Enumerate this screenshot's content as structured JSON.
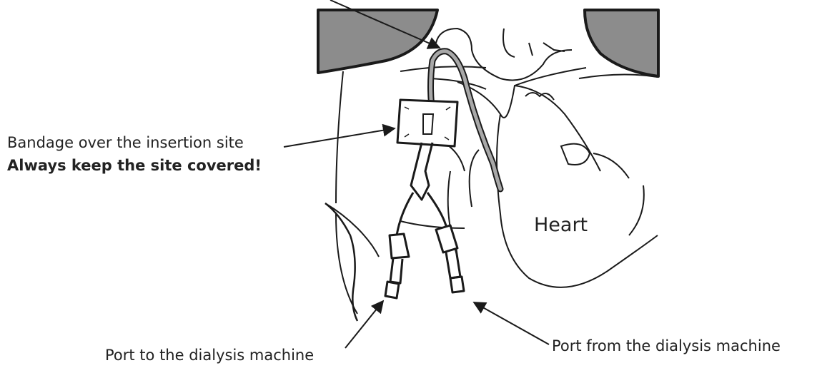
{
  "labels": {
    "bandage_line1": "Bandage over the insertion site",
    "bandage_line2": "Always keep the site covered!",
    "heart": "Heart",
    "port_to": "Port to the dialysis machine",
    "port_from": "Port from the dialysis machine"
  },
  "colors": {
    "outline": "#1a1a1a",
    "shoulder_fill": "#8c8c8c",
    "catheter": "#a8a8a8",
    "text": "#222222"
  }
}
